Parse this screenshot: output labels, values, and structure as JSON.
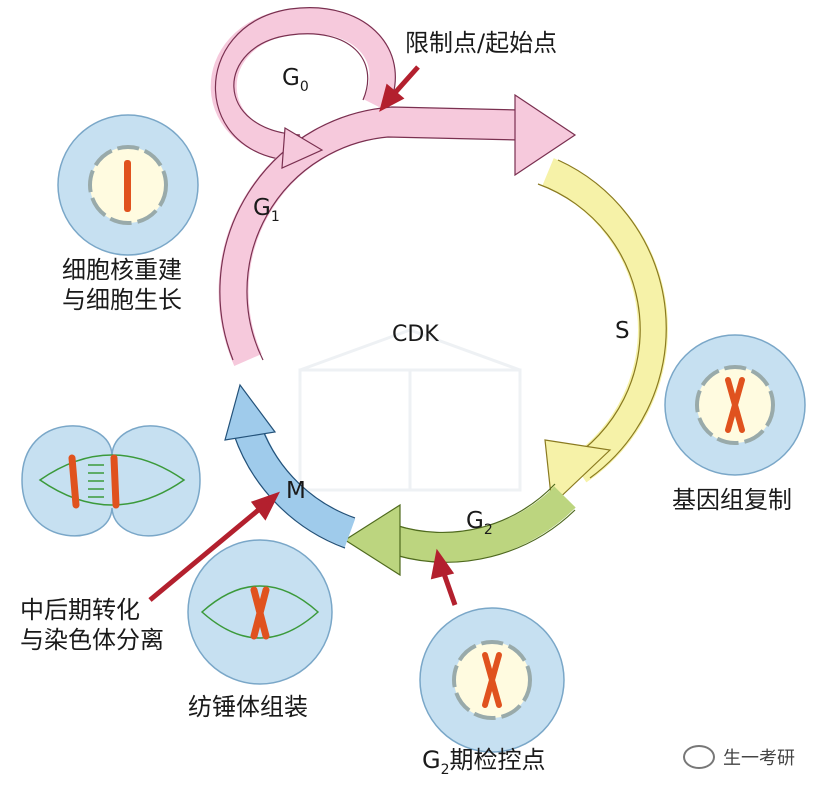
{
  "phases": {
    "g0": "G",
    "g0_sub": "0",
    "g1": "G",
    "g1_sub": "1",
    "s": "S",
    "g2": "G",
    "g2_sub": "2",
    "m": "M",
    "center": "CDK"
  },
  "annotations": {
    "restriction_point": "限制点/起始点",
    "nucleus_rebuild_line1": "细胞核重建",
    "nucleus_rebuild_line2": "与细胞生长",
    "genome_replication": "基因组复制",
    "anaphase_line1": "中后期转化",
    "anaphase_line2": "与染色体分离",
    "spindle_assembly": "纺锤体组装",
    "g2_checkpoint_prefix": "G",
    "g2_checkpoint_sub": "2",
    "g2_checkpoint_suffix": "期检控点"
  },
  "watermark": {
    "text": "生一考研"
  },
  "colors": {
    "g1_pink": "#f6c9dc",
    "s_yellow": "#f6f2a8",
    "g2_green": "#bcd57f",
    "m_blue": "#9fcbeb",
    "arrow_red": "#b3202e",
    "cell_blue": "#c6e0f1",
    "chromosome": "#e0521e"
  }
}
